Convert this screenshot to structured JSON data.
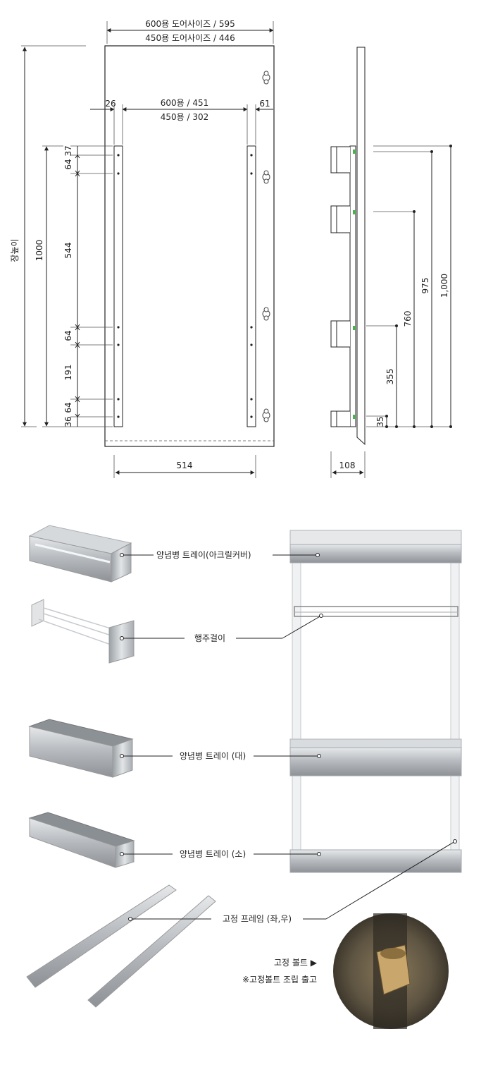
{
  "top_drawing": {
    "door_width_600": "600용 도어사이즈 / 595",
    "door_width_450": "450용 도어사이즈 / 446",
    "inner_600": "600용 / 451",
    "inner_450": "450용 / 302",
    "left_offset": "26",
    "right_offset": "61",
    "height_label": "장높이",
    "height_1000": "1000",
    "rail_dims": [
      "37",
      "64",
      "544",
      "64",
      "191",
      "64",
      "36"
    ],
    "bottom_width": "514",
    "side_depth": "108",
    "side_heights": [
      "1,000",
      "975",
      "760",
      "355",
      "35"
    ]
  },
  "parts": {
    "tray_acrylic": "양념병 트레이(아크릴커버)",
    "towel_hanger": "행주걸이",
    "tray_large": "양념병 트레이 (대)",
    "tray_small": "양념병 트레이 (소)",
    "fixed_frame": "고정 프레임 (좌,우)",
    "fixed_bolt": "고정 볼트 ▶",
    "bolt_note": "※고정볼트 조립 출고"
  }
}
